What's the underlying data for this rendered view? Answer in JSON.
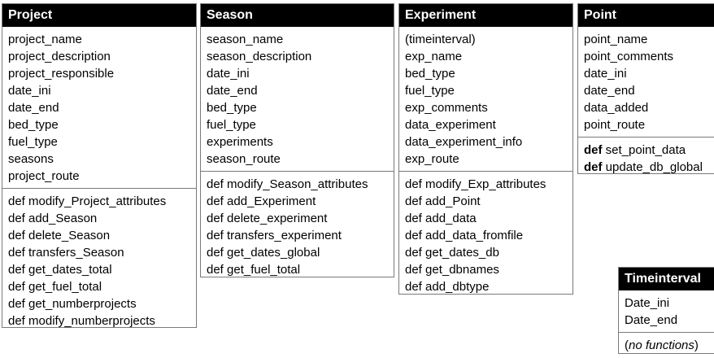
{
  "classes": {
    "project": {
      "title": "Project",
      "attributes": [
        "project_name",
        "project_description",
        "project_responsible",
        "date_ini",
        "date_end",
        "bed_type",
        "fuel_type",
        "seasons",
        "project_route"
      ],
      "methods": [
        "def modify_Project_attributes",
        "def add_Season",
        "def delete_Season",
        "def transfers_Season",
        "def get_dates_total",
        "def get_fuel_total",
        "def get_numberprojects",
        "def modify_numberprojects"
      ]
    },
    "season": {
      "title": "Season",
      "attributes": [
        "season_name",
        "season_description",
        "date_ini",
        "date_end",
        "bed_type",
        "fuel_type",
        "experiments",
        "season_route"
      ],
      "methods": [
        "def modify_Season_attributes",
        "def add_Experiment",
        "def delete_experiment",
        "def transfers_experiment",
        "def get_dates_global",
        "def get_fuel_total"
      ]
    },
    "experiment": {
      "title": "Experiment",
      "attributes": [
        "(timeinterval)",
        "exp_name",
        "bed_type",
        "fuel_type",
        "exp_comments",
        "data_experiment",
        "data_experiment_info",
        "exp_route"
      ],
      "methods": [
        "def modify_Exp_attributes",
        "def add_Point",
        "def add_data",
        "def add_data_fromfile",
        "def get_dates_db",
        "def get_dbnames",
        "def add_dbtype"
      ]
    },
    "point": {
      "title": "Point",
      "attributes": [
        "point_name",
        "point_comments",
        "date_ini",
        "date_end",
        "data_added",
        "point_route"
      ],
      "methods": [
        {
          "kw": "def",
          "name": " set_point_data"
        },
        {
          "kw": "def",
          "name": " update_db_global"
        }
      ]
    },
    "timeinterval": {
      "title": "Timeinterval",
      "attributes": [
        "Date_ini",
        "Date_end"
      ],
      "note_before": "(",
      "note_italic": "no functions",
      "note_after": ")"
    }
  }
}
